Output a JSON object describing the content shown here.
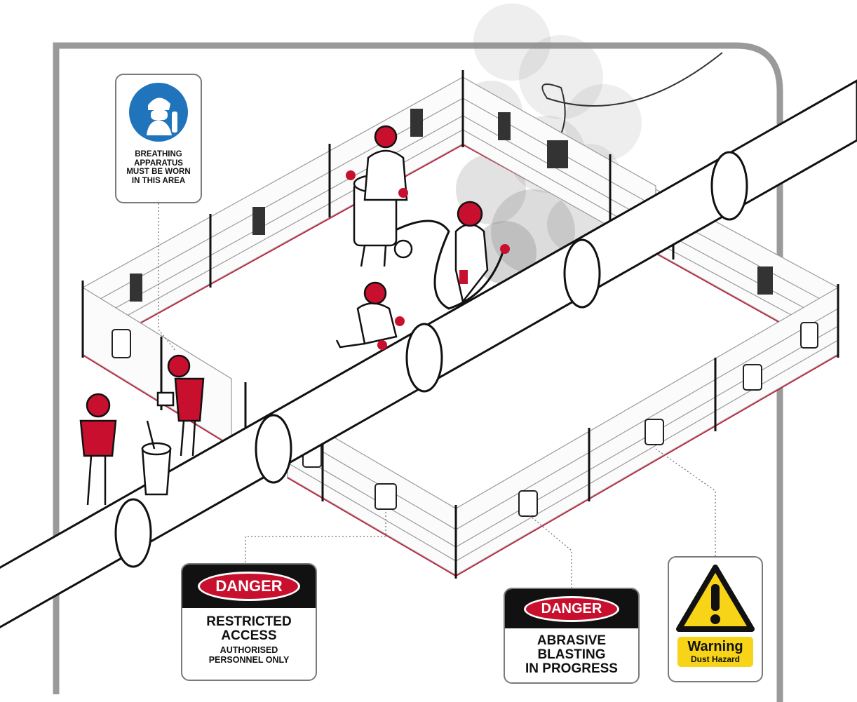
{
  "colors": {
    "accent_red": "#c8102e",
    "mandatory_blue": "#1f74bb",
    "warning_yellow": "#f7d417",
    "outline": "#7a7a7a"
  },
  "signs": {
    "breathing": {
      "icon": "breathing-apparatus-icon",
      "lines": [
        "BREATHING",
        "APPARATUS",
        "MUST BE WORN",
        "IN THIS AREA"
      ]
    },
    "restricted": {
      "header": "DANGER",
      "title_lines": [
        "RESTRICTED",
        "ACCESS"
      ],
      "sub_lines": [
        "AUTHORISED",
        "PERSONNEL ONLY"
      ]
    },
    "abrasive": {
      "header": "DANGER",
      "title_lines": [
        "ABRASIVE",
        "BLASTING",
        "IN PROGRESS"
      ]
    },
    "warning": {
      "icon": "warning-triangle-icon",
      "title": "Warning",
      "subtitle": "Dust Hazard"
    }
  }
}
